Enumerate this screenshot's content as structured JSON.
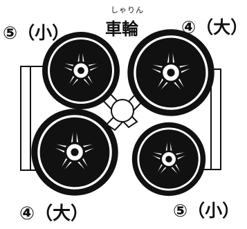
{
  "title": {
    "ruby": "しゃりん",
    "text": "車輪"
  },
  "wheels": {
    "top_left_label": "⑤（小）",
    "top_right_label": "④（大）",
    "bottom_left_label": "④（大）",
    "bottom_right_label": "⑤（小）"
  },
  "colors": {
    "ink": "#111111",
    "paper": "#ffffff"
  }
}
